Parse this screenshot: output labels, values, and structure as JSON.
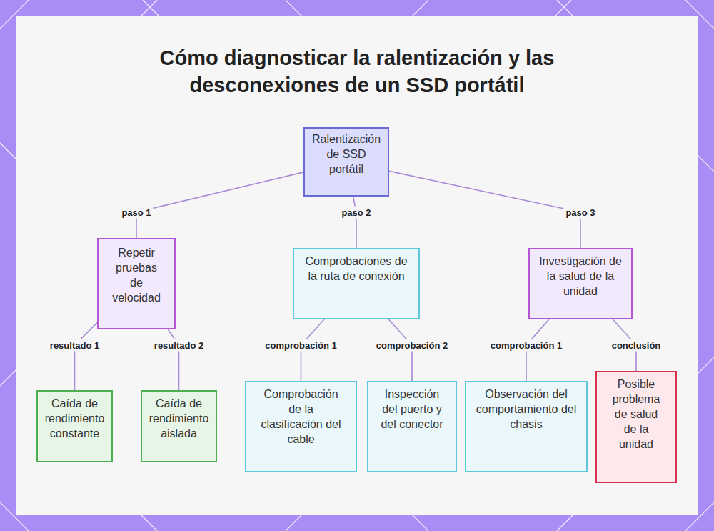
{
  "diagram": {
    "title": "Cómo diagnosticar la ralentización y las desconexiones de un SSD portátil",
    "nodes": [
      {
        "text": [
          "Ralentización de SSD portátil"
        ]
      },
      {
        "text": [
          "Repetir pruebas de velocidad"
        ]
      },
      {
        "text": [
          "Comprobaciones de la ruta de conexión"
        ]
      },
      {
        "text": [
          "Investigación de la salud de la unidad"
        ]
      },
      {
        "text": [
          "Caída de rendimiento constante"
        ]
      },
      {
        "text": [
          "Caída de rendimiento aislada"
        ]
      },
      {
        "text": [
          "Comprobación de la clasificación del cable"
        ]
      },
      {
        "text": [
          "Inspección del puerto y del conector"
        ]
      },
      {
        "text": [
          "Observación del comportamiento del chasis"
        ]
      },
      {
        "text": [
          "Posible problema de salud de la unidad"
        ]
      }
    ],
    "edges": [
      {
        "from": 0,
        "to": 1,
        "label": "paso 1",
        "arrow": "none"
      },
      {
        "from": 0,
        "to": 2,
        "label": "paso 2",
        "arrow": "none"
      },
      {
        "from": 0,
        "to": 3,
        "label": "paso 3",
        "arrow": "none"
      },
      {
        "from": 1,
        "to": 4,
        "label": "resultado 1",
        "arrow": "none"
      },
      {
        "from": 1,
        "to": 5,
        "label": "resultado 2",
        "arrow": "none"
      },
      {
        "from": 2,
        "to": 6,
        "label": "comprobación 1",
        "arrow": "none"
      },
      {
        "from": 2,
        "to": 7,
        "label": "comprobación 2",
        "arrow": "none"
      },
      {
        "from": 3,
        "to": 8,
        "label": "comprobación 1",
        "arrow": "none"
      },
      {
        "from": 3,
        "to": 9,
        "label": "conclusión",
        "arrow": "none"
      }
    ]
  }
}
